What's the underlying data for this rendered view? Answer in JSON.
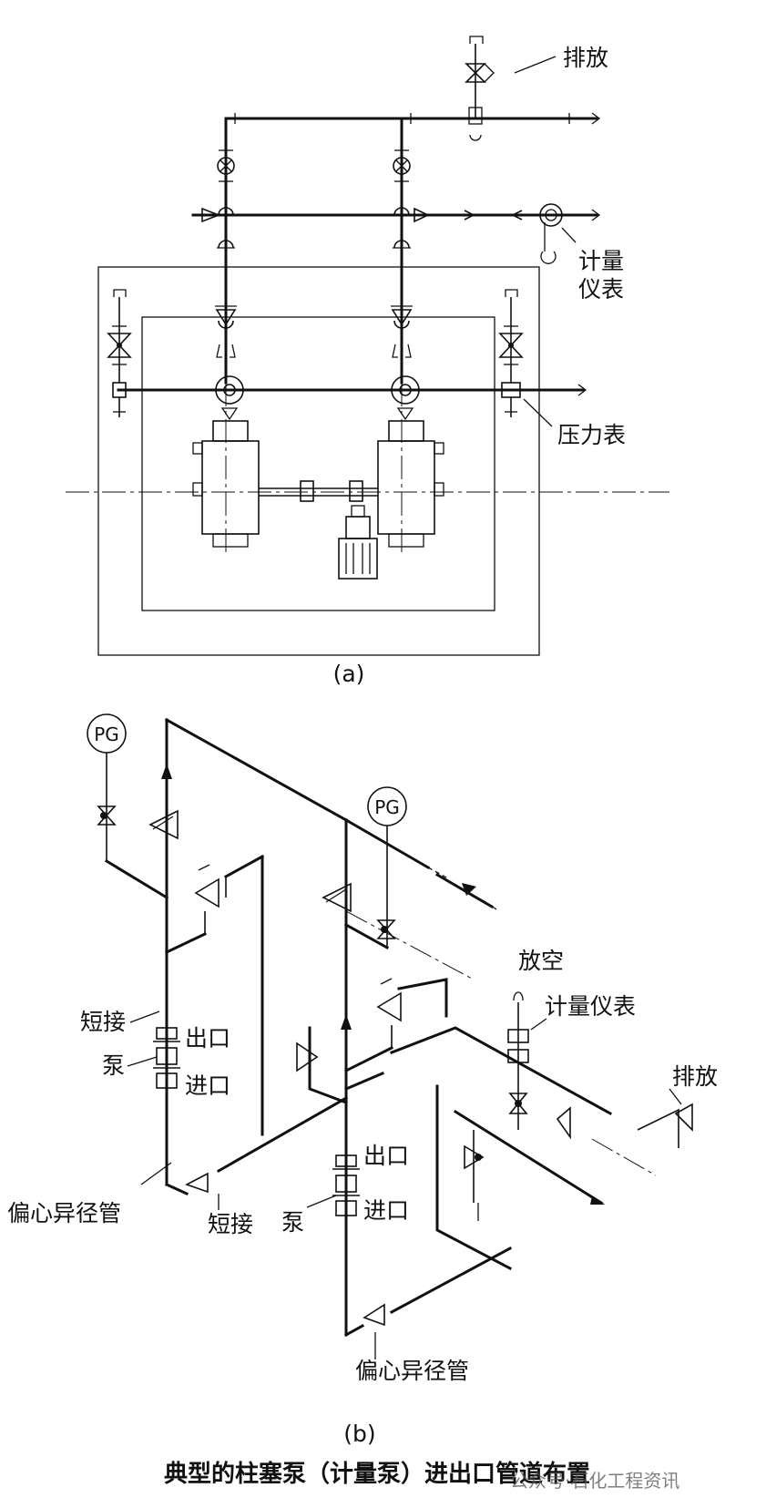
{
  "diagram_a": {
    "caption": "(a)",
    "labels": {
      "drain": "排放",
      "meter_line1": "计量",
      "meter_line2": "仪表",
      "pressure_gauge": "压力表"
    }
  },
  "diagram_b": {
    "caption": "(b)",
    "labels": {
      "pg_left": "PG",
      "pg_right": "PG",
      "spool_left": "短接",
      "outlet_left": "出口",
      "pump_left": "泵",
      "inlet_left": "进口",
      "reducer_left": "偏心异径管",
      "spool_bottom": "短接",
      "outlet_right": "出口",
      "pump_right": "泵",
      "inlet_right": "进口",
      "reducer_right": "偏心异径管",
      "vent": "放空",
      "meter": "计量仪表",
      "drain": "排放"
    }
  },
  "figure_title": "典型的柱塞泵（计量泵）进出口管道布置",
  "watermark": "公众号·石化工程资讯"
}
